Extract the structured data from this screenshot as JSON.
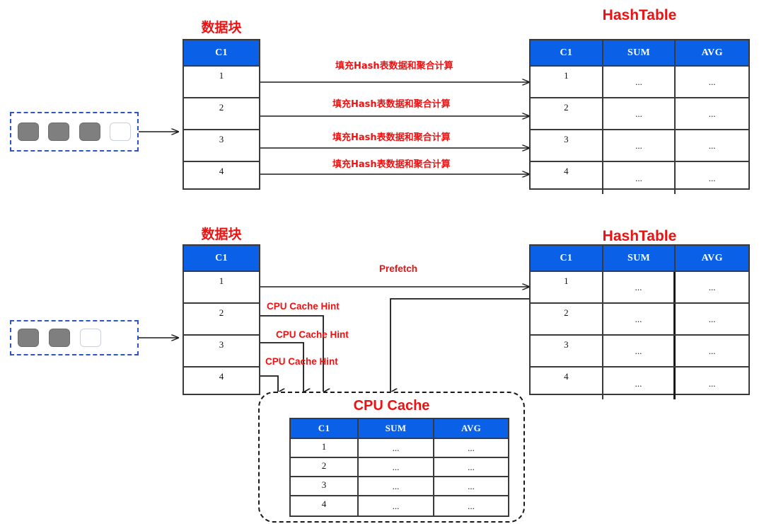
{
  "diagram": {
    "title_top_datablock": "数据块",
    "title_top_hashtable": "HashTable",
    "title_bottom_datablock": "数据块",
    "title_bottom_hashtable": "HashTable",
    "title_cpu_cache": "CPU Cache"
  },
  "colors": {
    "accent_blue": "#0b60e8",
    "accent_red": "#ee1111",
    "block_fill": "#7f7f7f",
    "dash_blue": "#2b55c4",
    "line_dark": "#3a3a3a"
  },
  "datablock_top": {
    "header": "C1",
    "rows": [
      "1",
      "2",
      "3",
      "4"
    ]
  },
  "datablock_bottom": {
    "header": "C1",
    "rows": [
      "1",
      "2",
      "3",
      "4"
    ]
  },
  "hashtable_top": {
    "headers": [
      "C1",
      "SUM",
      "AVG"
    ],
    "rows": [
      [
        "1",
        "...",
        "..."
      ],
      [
        "2",
        "...",
        "..."
      ],
      [
        "3",
        "...",
        "..."
      ],
      [
        "4",
        "...",
        "..."
      ]
    ]
  },
  "hashtable_bottom": {
    "headers": [
      "C1",
      "SUM",
      "AVG"
    ],
    "rows": [
      [
        "1",
        "...",
        "..."
      ],
      [
        "2",
        "...",
        "..."
      ],
      [
        "3",
        "...",
        "..."
      ],
      [
        "4",
        "...",
        "..."
      ]
    ]
  },
  "cpu_cache_table": {
    "headers": [
      "C1",
      "SUM",
      "AVG"
    ],
    "rows": [
      [
        "1",
        "...",
        "..."
      ],
      [
        "2",
        "...",
        "..."
      ],
      [
        "3",
        "...",
        "..."
      ],
      [
        "4",
        "...",
        "..."
      ]
    ]
  },
  "arrow_labels_top": [
    "填充Hash表数据和聚合计算",
    "填充Hash表数据和聚合计算",
    "填充Hash表数据和聚合计算",
    "填充Hash表数据和聚合计算"
  ],
  "arrow_labels_bottom": {
    "prefetch": "Prefetch",
    "hints": [
      "CPU Cache Hint",
      "CPU Cache Hint",
      "CPU Cache Hint"
    ]
  },
  "blocks_top": [
    "filled",
    "filled",
    "filled",
    "empty"
  ],
  "blocks_bottom": [
    "filled",
    "filled",
    "empty"
  ]
}
